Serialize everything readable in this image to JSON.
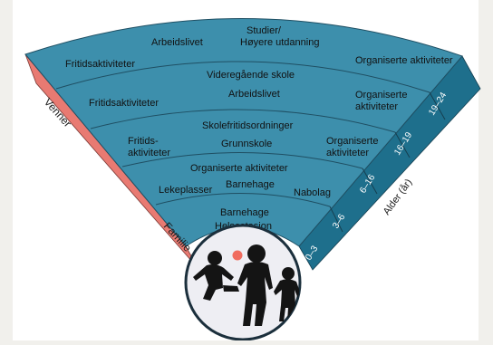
{
  "colors": {
    "background": "#f1f0ec",
    "card": "#ffffff",
    "arc_fill": "#3d8fac",
    "arc_line": "#1f4f63",
    "side_face": "#1e6f8c",
    "left_face": "#e87a72",
    "hub_fill": "#eeeef3",
    "silhouette": "#141414",
    "ball": "#f06c5f"
  },
  "icons": [
    "children-silhouette-icon",
    "ball-icon"
  ],
  "diagram": {
    "side_label_friends": "Venner",
    "side_label_family": "Familie",
    "axis_label": "Alder (år)",
    "age_bands": [
      "0–3",
      "3–6",
      "6–16",
      "16–19",
      "19–24"
    ],
    "rings": [
      {
        "labels": [
          "Barnehage",
          "Helsestasjon"
        ]
      },
      {
        "labels": [
          "Lekeplasser",
          "Organiserte aktiviteter",
          "Barnehage",
          "Nabolag"
        ]
      },
      {
        "labels": [
          "Fritids-",
          "aktiviteter",
          "Skolefritidsordninger",
          "Grunnskole",
          "Organiserte",
          "aktiviteter"
        ]
      },
      {
        "labels": [
          "Fritidsaktiviteter",
          "Videregående skole",
          "Arbeidslivet",
          "Organiserte",
          "aktiviteter"
        ]
      },
      {
        "labels": [
          "Fritidsaktiviteter",
          "Arbeidslivet",
          "Studier/",
          "Høyere utdanning",
          "Organiserte aktiviteter"
        ]
      }
    ]
  }
}
